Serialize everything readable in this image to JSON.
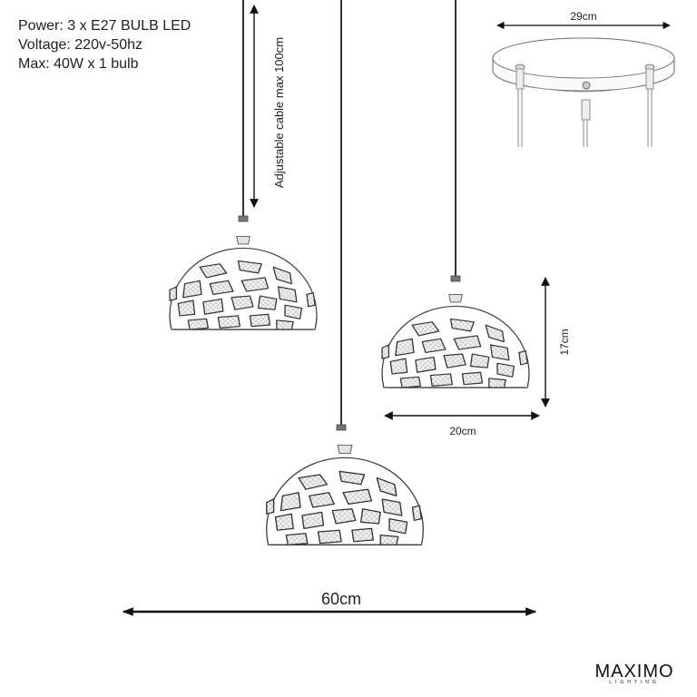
{
  "specs": {
    "power": "Power: 3 x E27 BULB LED",
    "voltage": "Voltage: 220v-50hz",
    "max": "Max: 40W x 1 bulb"
  },
  "dimensions": {
    "cable": "Adjustable cable max 100cm",
    "canopy_width": "29cm",
    "shade_height": "17cm",
    "shade_width": "20cm",
    "overall_width": "60cm"
  },
  "brand": {
    "name": "MAXIMO",
    "tagline": "LIGHTING"
  }
}
